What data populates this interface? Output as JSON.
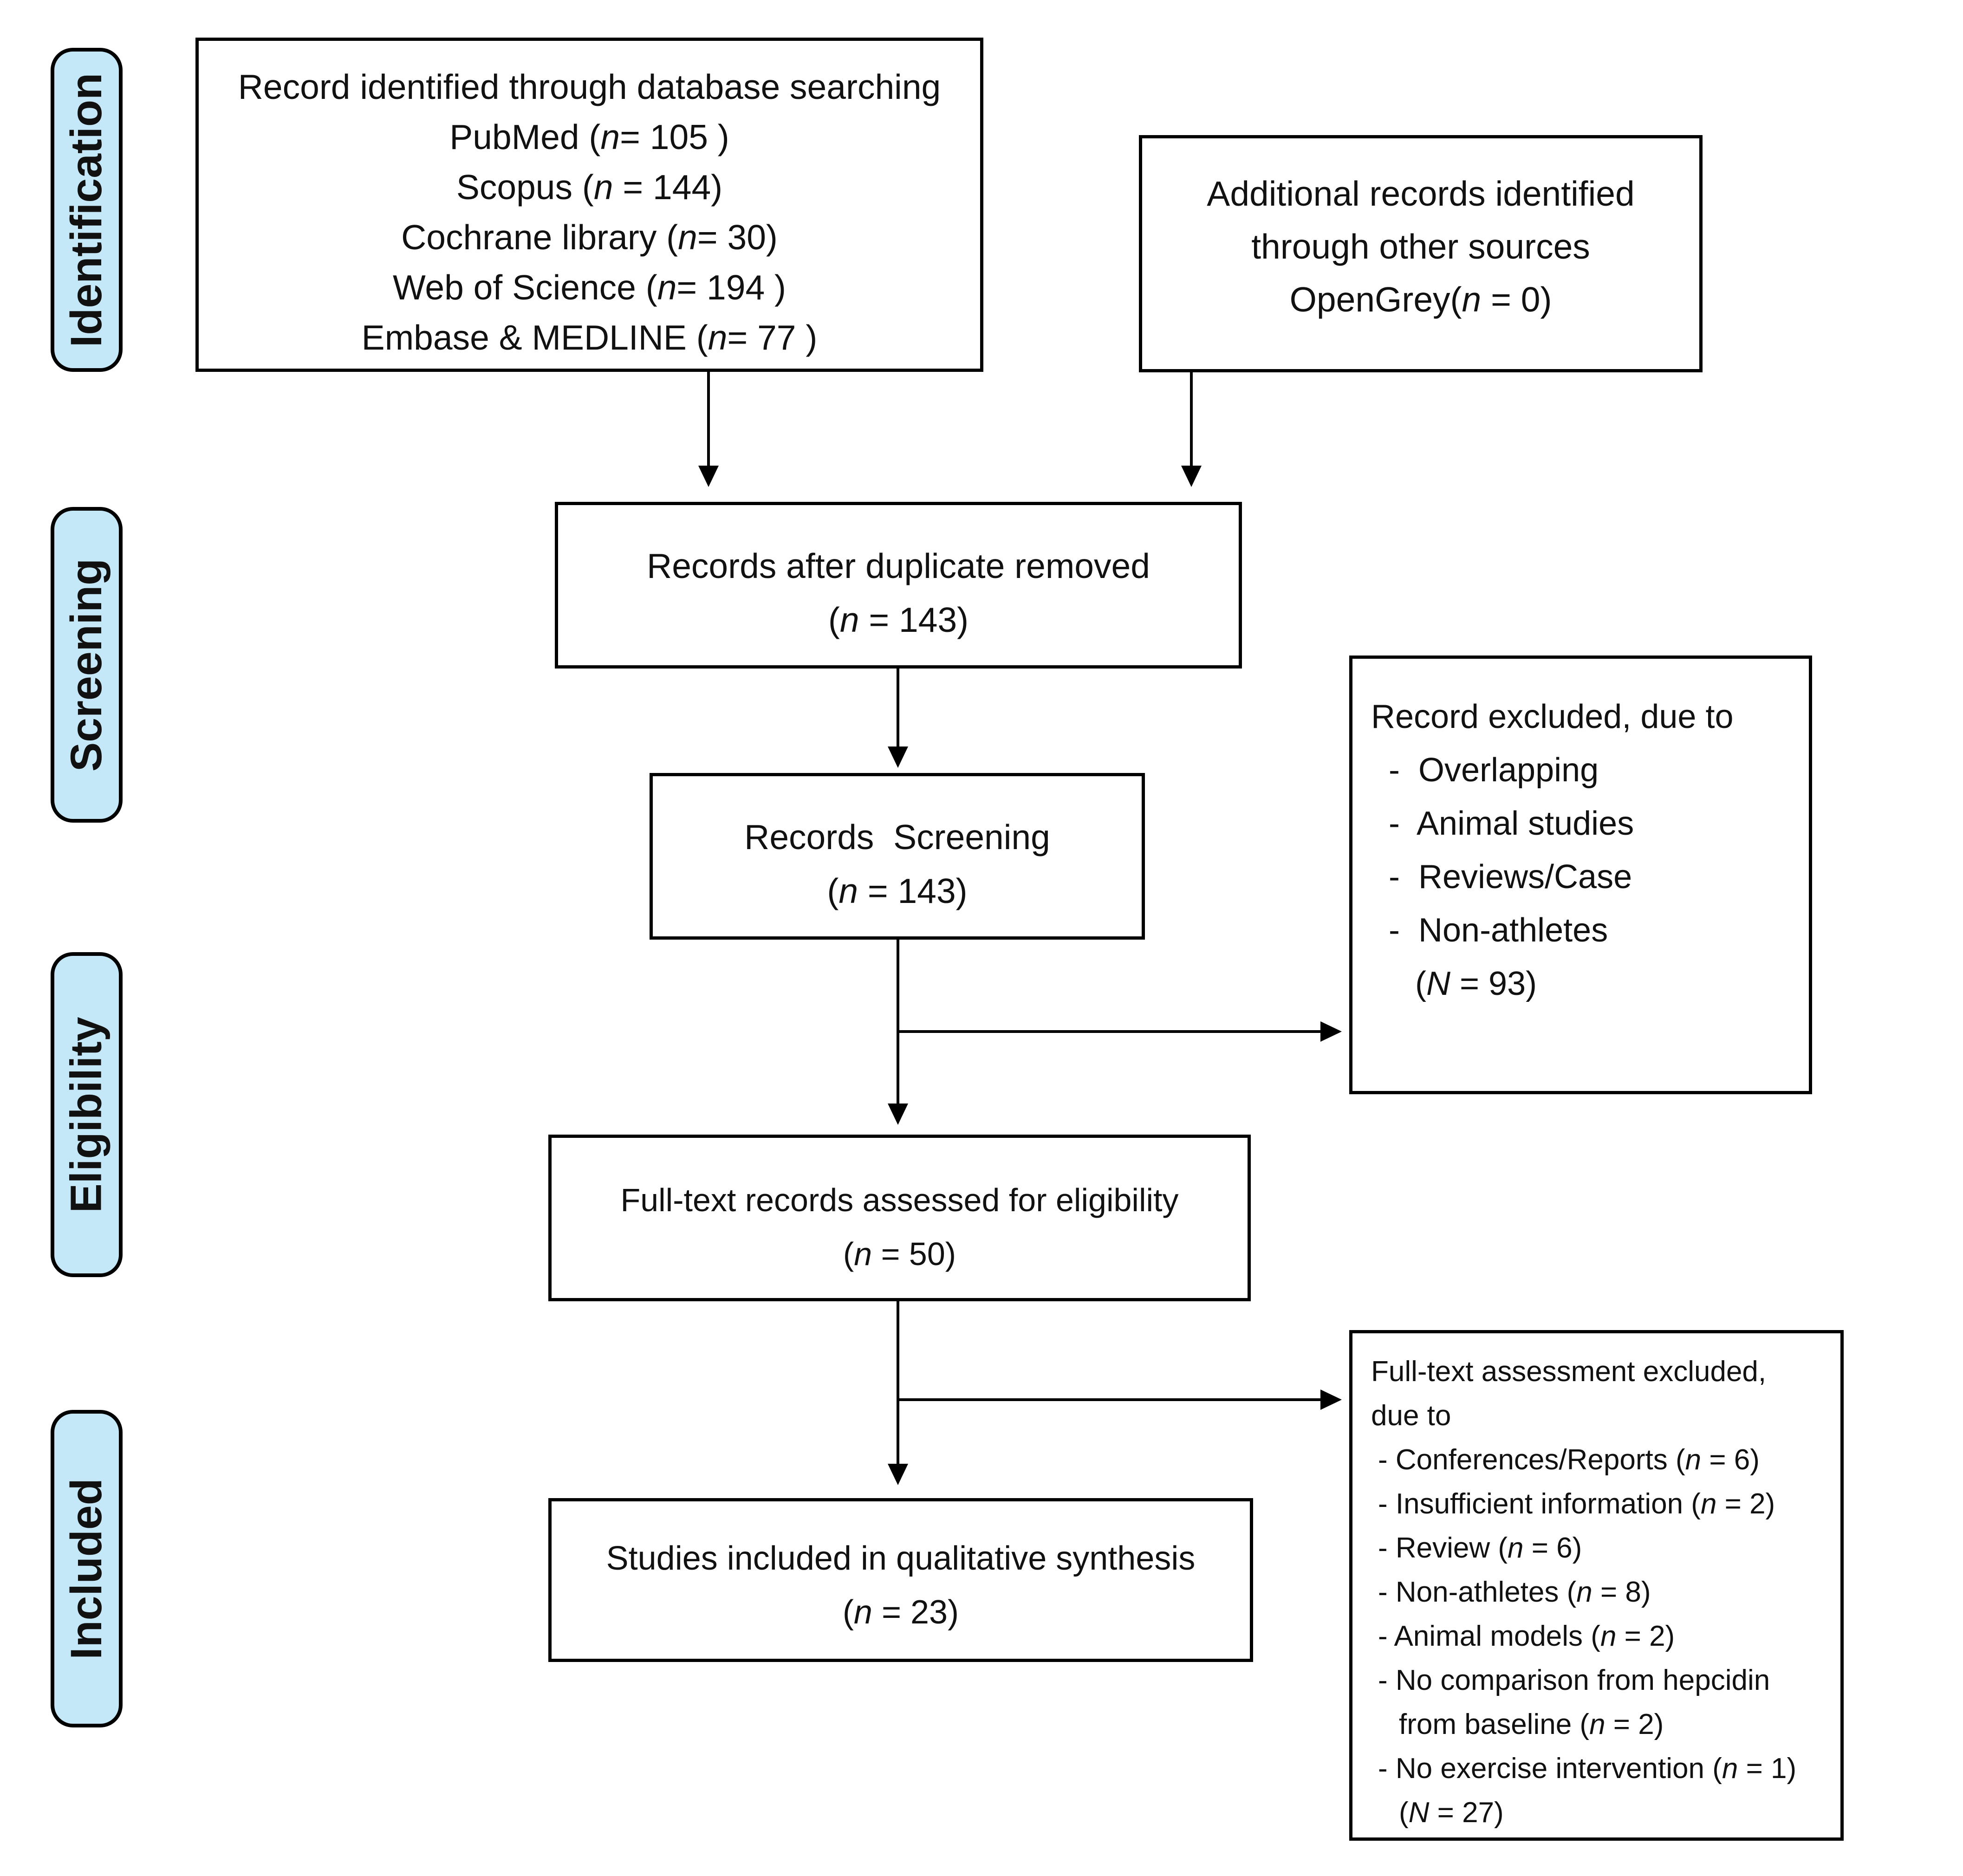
{
  "sidebar": {
    "identification": "Identification",
    "screening": "Screening",
    "eligibility": "Eligibility",
    "included": "Included"
  },
  "boxes": {
    "database_search": {
      "lines": [
        "Record identified through database searching",
        "PubMed (*n*= 105 )",
        "Scopus (*n* = 144)",
        "Cochrane library (*n*= 30)",
        "Web of Science (*n*= 194 )",
        "Embase & MEDLINE (*n*= 77 )"
      ]
    },
    "other_sources": {
      "lines": [
        "Additional records identified",
        "through other sources",
        "OpenGrey(*n* = 0)"
      ]
    },
    "after_duplicates": {
      "lines": [
        "Records after duplicate removed",
        "(*n* = 143)"
      ]
    },
    "records_screening": {
      "lines": [
        "Records  Screening",
        "(*n* = 143)"
      ]
    },
    "records_excluded": {
      "lines": [
        "Record excluded, due to",
        "-  Overlapping",
        "-  Animal studies",
        "-  Reviews/Case",
        "-  Non-athletes",
        "(*N* = 93)"
      ]
    },
    "fulltext_assessed": {
      "lines": [
        "Full-text records assessed for eligibility",
        "(*n* = 50)"
      ]
    },
    "qualitative_synthesis": {
      "lines": [
        "Studies included in qualitative synthesis",
        "(*n* = 23)"
      ]
    },
    "fulltext_excluded": {
      "lines": [
        "Full-text assessment excluded,",
        "due to",
        "- Conferences/Reports (*n* = 6)",
        "- Insufficient information (*n* = 2)",
        "- Review (*n* = 6)",
        "- Non-athletes (*n* = 8)",
        "- Animal models (*n* = 2)",
        "- No comparison from hepcidin",
        "from baseline (*n* = 2)",
        "- No exercise intervention (*n* = 1)",
        "(*N* = 27)"
      ]
    }
  },
  "colors": {
    "stage_fill": "#c5e8f8",
    "border": "#000000",
    "box_fill": "#ffffff"
  }
}
